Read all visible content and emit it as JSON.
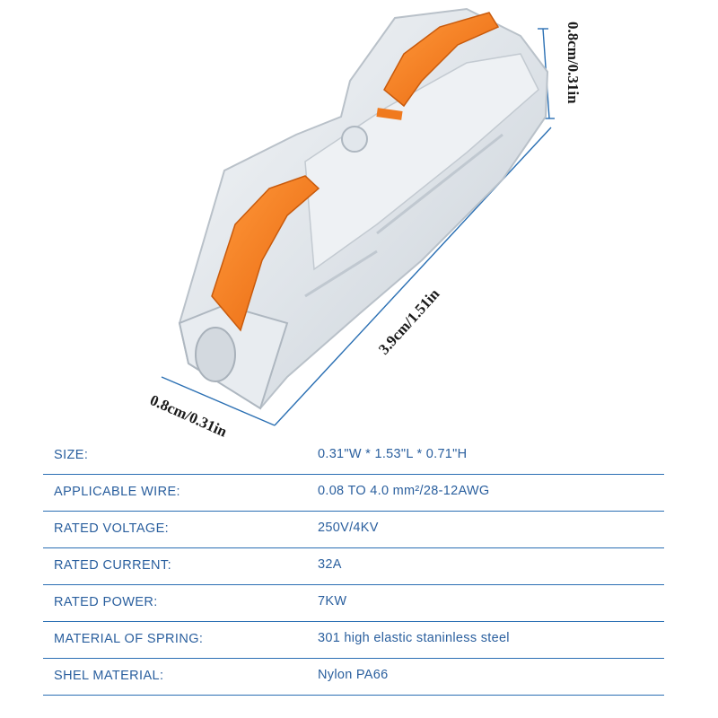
{
  "colors": {
    "accent_blue": "#2a6fb3",
    "lever_orange": "#f07a1e",
    "text_blue": "#2a5f9e"
  },
  "dimensions": {
    "height_label": "0.8cm/0.31in",
    "length_label": "3.9cm/1.51in",
    "width_label": "0.8cm/0.31in"
  },
  "specs": [
    {
      "label": "SIZE:",
      "value": "0.31\"W * 1.53\"L * 0.71\"H"
    },
    {
      "label": "APPLICABLE WIRE:",
      "value": "0.08 TO 4.0 mm²/28-12AWG"
    },
    {
      "label": "RATED VOLTAGE:",
      "value": "250V/4KV"
    },
    {
      "label": "RATED CURRENT:",
      "value": "32A"
    },
    {
      "label": "RATED POWER:",
      "value": "7KW"
    },
    {
      "label": "MATERIAL OF SPRING:",
      "value": "301 high elastic staninless steel"
    },
    {
      "label": "SHEL MATERIAL:",
      "value": "Nylon PA66"
    }
  ]
}
